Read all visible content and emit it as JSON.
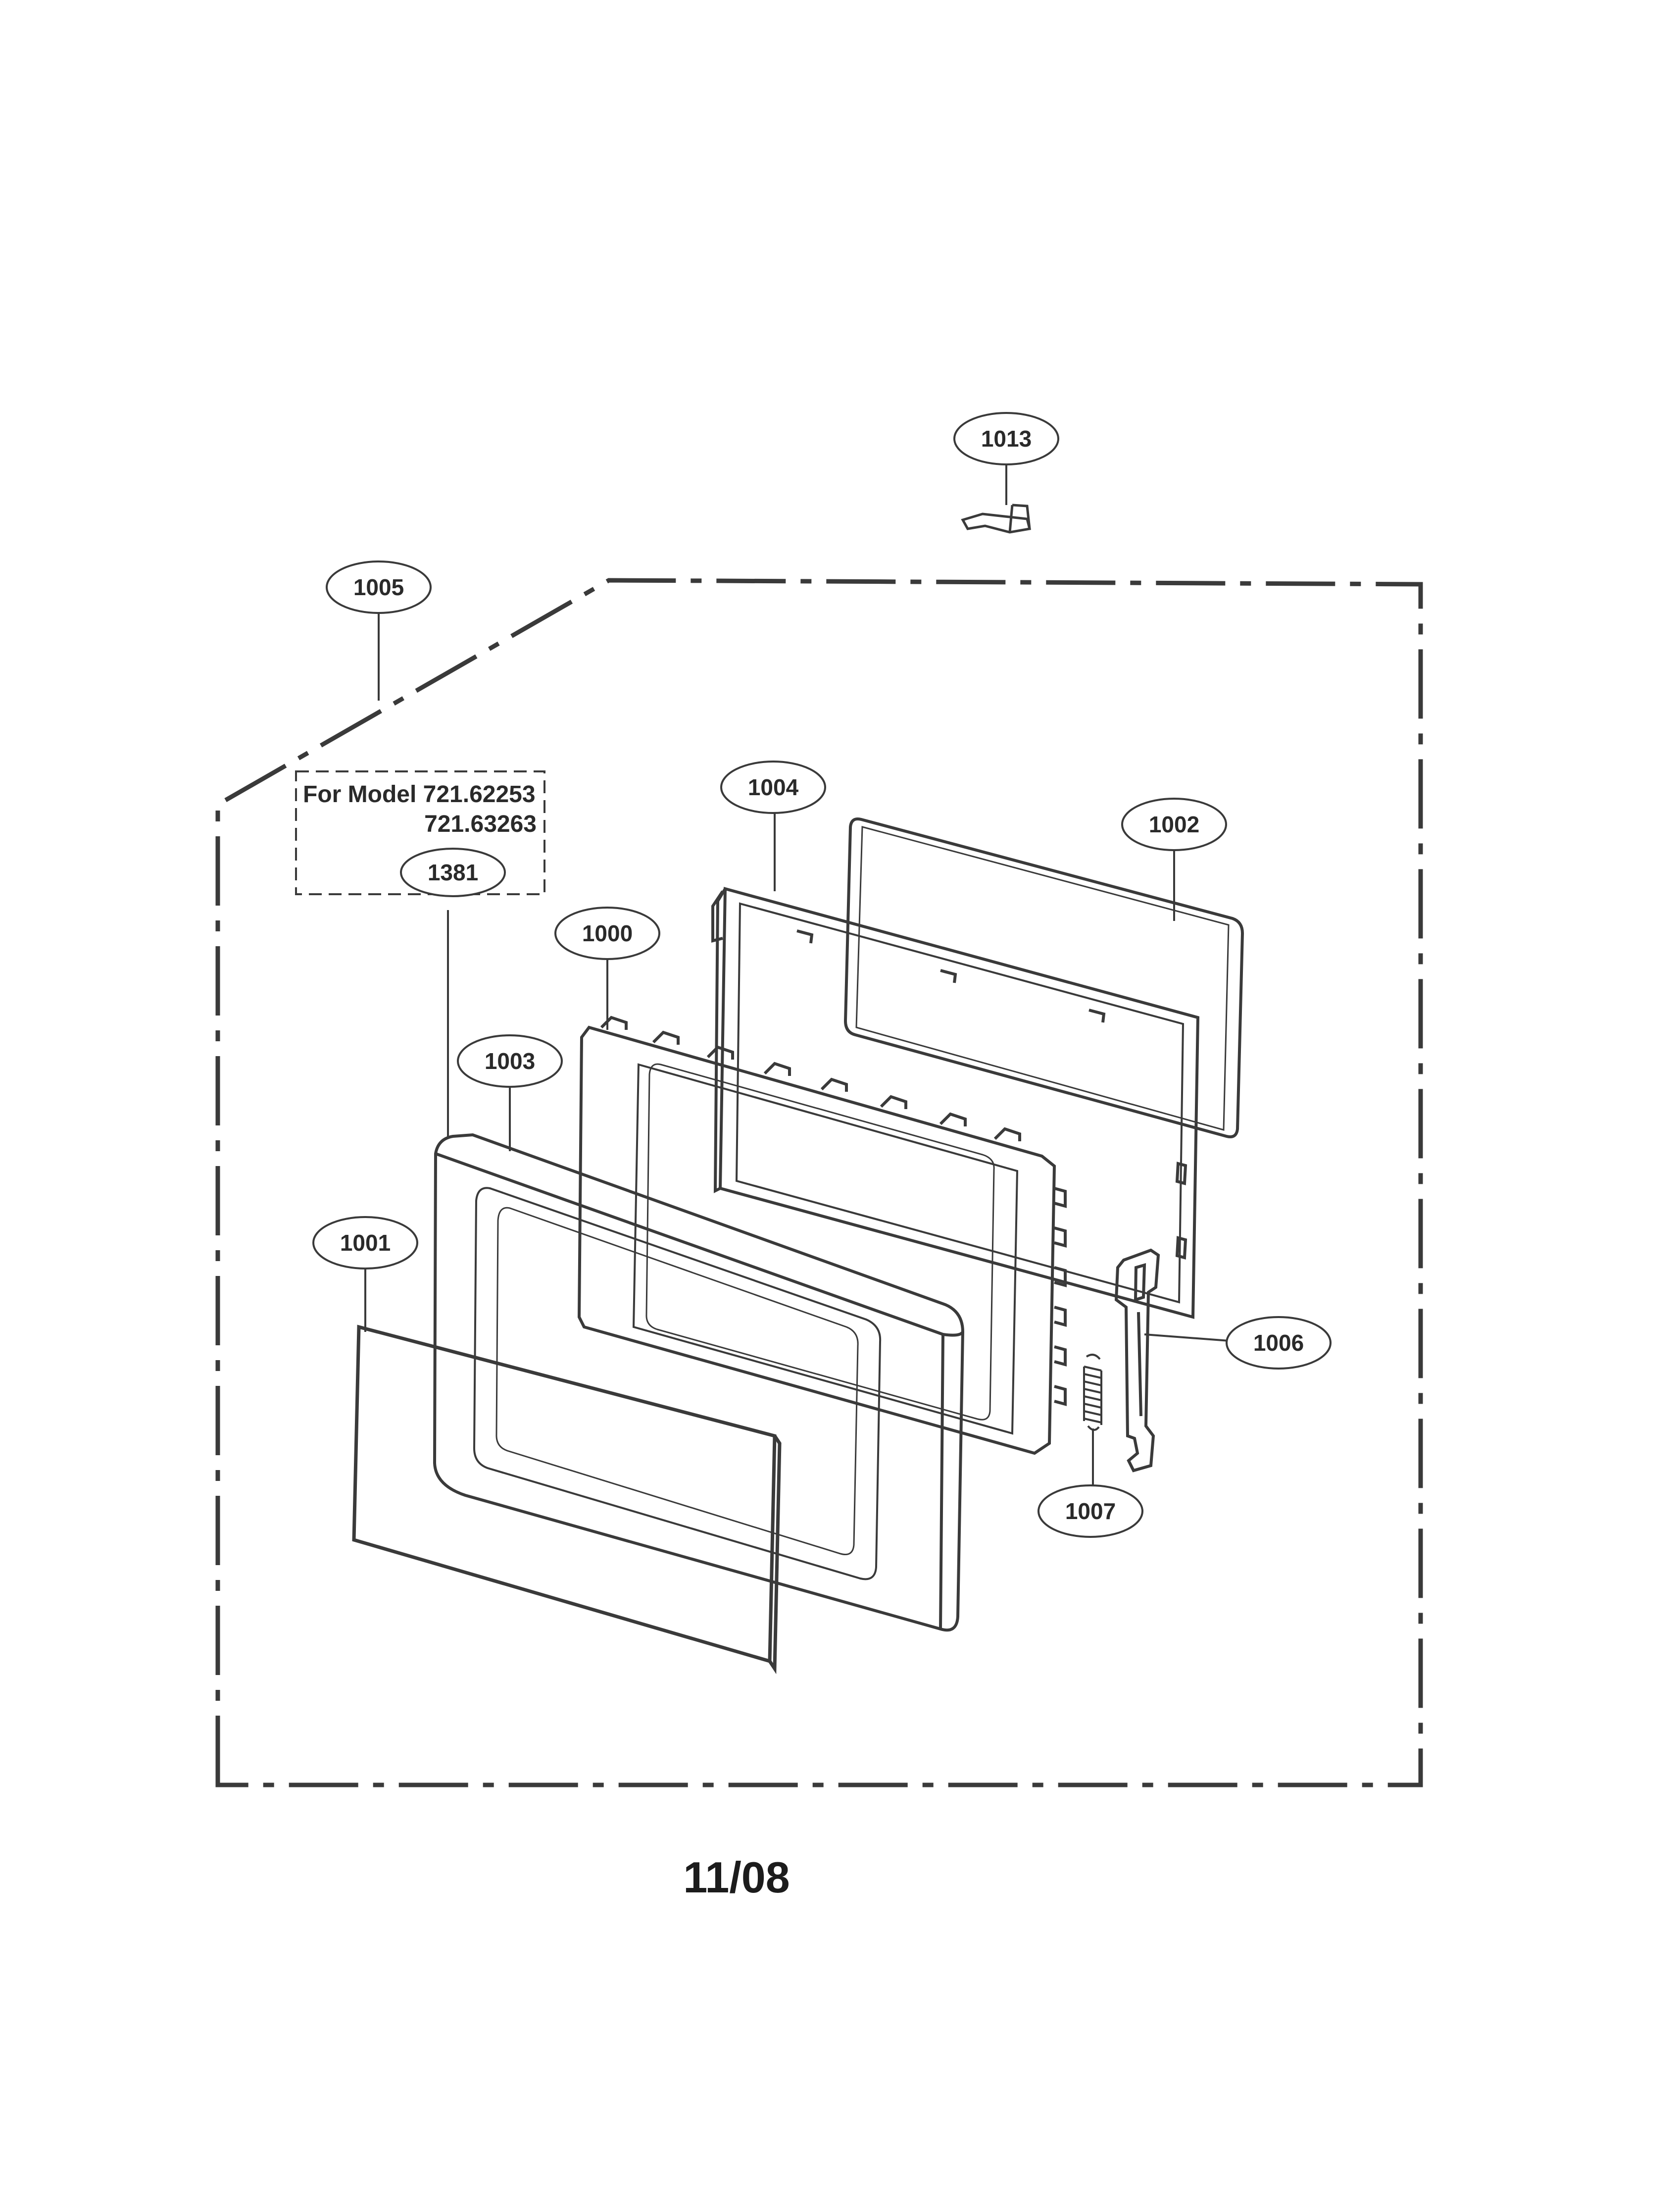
{
  "callouts": {
    "c1013": "1013",
    "c1005": "1005",
    "c1004": "1004",
    "c1002": "1002",
    "c1381": "1381",
    "c1000": "1000",
    "c1003": "1003",
    "c1001": "1001",
    "c1006": "1006",
    "c1007": "1007"
  },
  "model_note": {
    "line1": "For Model  721.62253",
    "line2": "721.63263"
  },
  "footer": {
    "date": "11/08"
  },
  "colors": {
    "ink": "#2a2a2a",
    "background": "#ffffff"
  }
}
